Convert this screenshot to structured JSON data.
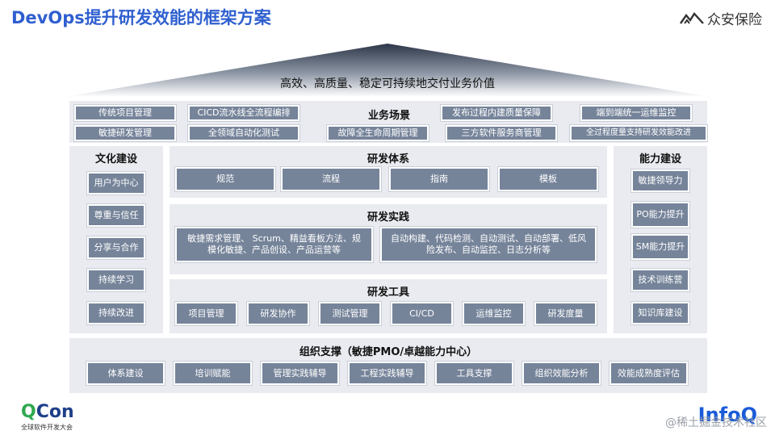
{
  "title": "DevOps提升研发效能的框架方案",
  "brand": {
    "name": "众安保险",
    "icon": "zhongan-mountain-icon"
  },
  "roof": "高效、高质量、稳定可持续地交付业务价值",
  "business": {
    "header": "业务场景",
    "row1": [
      "传统项目管理",
      "CICD流水线全流程编排",
      "发布过程内建质量保障",
      "端到端统一运维监控"
    ],
    "row2": [
      "敏捷研发管理",
      "全领域自动化测试",
      "故障全生命周期管理",
      "三方软件服务商管理",
      "全过程度量支持研发效能改进"
    ]
  },
  "culture": {
    "header": "文化建设",
    "items": [
      "用户为中心",
      "尊重与信任",
      "分享与合作",
      "持续学习",
      "持续改进"
    ]
  },
  "capability": {
    "header": "能力建设",
    "items": [
      "敏捷领导力",
      "PO能力提升",
      "SM能力提升",
      "技术训练营",
      "知识库建设"
    ]
  },
  "system": {
    "header": "研发体系",
    "items": [
      "规范",
      "流程",
      "指南",
      "模板"
    ]
  },
  "practice": {
    "header": "研发实践",
    "items": [
      "敏捷需求管理、 Scrum、精益看板方法、规模化敏捷、产品创设、产品运营等",
      "自动构建、代码检测、自动测试、自动部署、低风险发布、自动监控、日志分析等"
    ]
  },
  "tools": {
    "header": "研发工具",
    "items": [
      "项目管理",
      "研发协作",
      "测试管理",
      "CI/CD",
      "运维监控",
      "研发度量"
    ]
  },
  "org": {
    "header": "组织支撑（敏捷PMO/卓越能力中心）",
    "items": [
      "体系建设",
      "培训赋能",
      "管理实践辅导",
      "工程实践辅导",
      "工具支撑",
      "组织效能分析",
      "效能成熟度评估"
    ]
  },
  "footer": {
    "qcon_q": "Q",
    "qcon_rest": "Con",
    "qcon_sub": "全球软件开发大会",
    "infoq": "InfoQ",
    "watermark": "@稀土掘金技术社区"
  },
  "colors": {
    "title": "#2f5fd0",
    "box": "#76849a",
    "panel": "#e9ebf0",
    "roof": "#2e3a4d"
  }
}
